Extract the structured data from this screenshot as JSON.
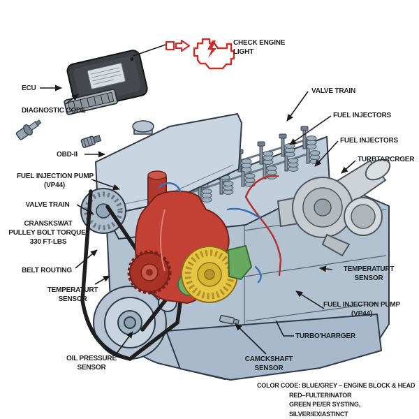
{
  "callouts": {
    "ecu": "ECU",
    "diagnostic_code": "DIAGNOSTIC CODE",
    "obd2": "OBD-II",
    "check_engine_1": "CHECK ENGINE",
    "check_engine_2": "LIGHT",
    "fuel_injection_pump_left_1": "FUEL INJECTION PUMP",
    "fuel_injection_pump_left_2": "(VP44)",
    "valve_train_left": "VALVE TRAIN",
    "crank_torque_1": "CRANSKSWAT",
    "crank_torque_2": "PULLEY BOLT TORQUE:",
    "crank_torque_3": "330 FT-LBS",
    "belt_routing": "BELT ROUTING",
    "temp_sensor_left_1": "TEMPERATURT",
    "temp_sensor_left_2": "SENSOR",
    "oil_pressure_1": "OIL PRESSURE",
    "oil_pressure_2": "SENSOR",
    "valve_train_right": "VALVE TRAIN",
    "fuel_injectors_1": "FUEL INJECTORS",
    "fuel_injectors_2": "FUEL INJECTORS",
    "turbocharger_right": "TURBTARCRGER",
    "temp_sensor_right_1": "TEMPERATURT",
    "temp_sensor_right_2": "SENSOR",
    "fuel_injection_pump_right_1": "FUEL INJECTION PUMP",
    "fuel_injection_pump_right_2": "(VP44)",
    "turbocharger_bottom": "TURBO'HARRGER",
    "camshaft_1": "CAMCKSHAFT",
    "camshaft_2": "SENSOR"
  },
  "color_code": {
    "title": "COLOR CODE:",
    "entries": [
      "BLUE/GREY – ENGINE BLOCK & HEAD",
      "RED–FULTERINATOR",
      "GREEN PE/ER SYSTING, SILVER/EXIASTINCT"
    ]
  },
  "colors": {
    "engine_block_blue_grey": "#b3c2d1",
    "valve_cover": "#c9d5e1",
    "outline": "#2e3a47",
    "pump_red": "#c24034",
    "alternator_yellow": "#e7c644",
    "bracket_green": "#68a95f",
    "belt_black": "#1e1e1e",
    "turbo_silver": "#c6ccd1",
    "check_engine_red": "#cf2b27",
    "label_text": "#1c1e21"
  },
  "icons": {
    "check_engine": "check-engine-light-icon",
    "red_arrow": "signal-arrow-icon",
    "diagnostic_plug": "diagnostic-connector-icon",
    "obd_plug": "obd2-plug-icon"
  }
}
